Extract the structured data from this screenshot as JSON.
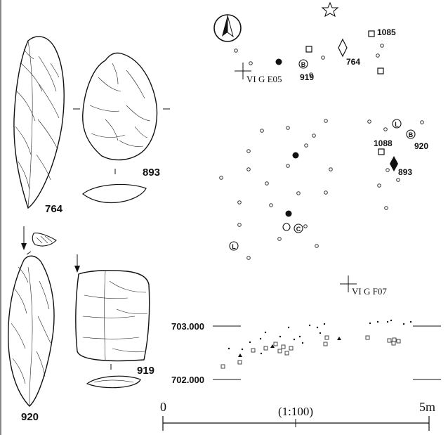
{
  "artifacts": {
    "a764": "764",
    "a893": "893",
    "a920": "920",
    "a919": "919"
  },
  "plan": {
    "grid_ve05": "VI G E05",
    "grid_vf07": "VI G F07",
    "map_labels": {
      "m1085": "1085",
      "m764": "764",
      "m919": "919",
      "m1088": "1088",
      "m920": "920",
      "m893": "893"
    },
    "circle_letters": {
      "b": "B",
      "l": "L",
      "c": "C"
    }
  },
  "section": {
    "upper_elev": "703.000",
    "lower_elev": "702.000"
  },
  "scale_bar": {
    "start": "0",
    "end": "5m",
    "ratio": "(1:100)"
  }
}
